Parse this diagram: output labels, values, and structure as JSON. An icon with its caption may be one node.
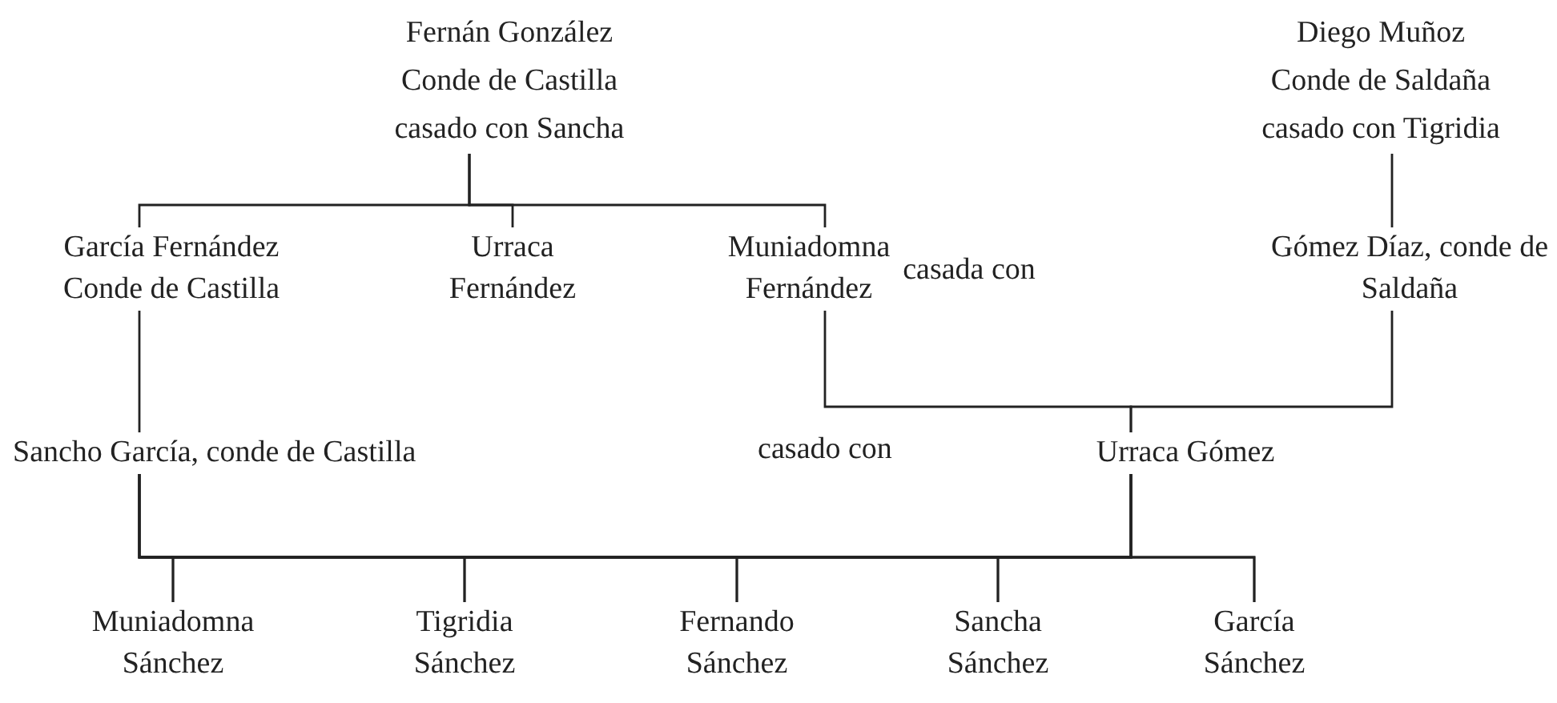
{
  "diagram": {
    "nodes": [
      {
        "text": [
          "Fernán González",
          "Conde de Castilla",
          "casado con Sancha"
        ]
      },
      {
        "text": [
          "Diego Muñoz",
          "Conde de Saldaña",
          "casado con Tigridia"
        ]
      },
      {
        "text": [
          "García Fernández",
          "Conde de Castilla"
        ]
      },
      {
        "text": [
          "Urraca Fernández"
        ]
      },
      {
        "text": [
          "Muniadomna Fernández"
        ]
      },
      {
        "text": [
          "Gómez Díaz, conde de Saldaña"
        ]
      },
      {
        "text": [
          "Sancho García, conde de Castilla"
        ]
      },
      {
        "text": [
          "Urraca Gómez"
        ]
      },
      {
        "text": [
          "Muniadomna Sánchez"
        ]
      },
      {
        "text": [
          "Tigridia Sánchez"
        ]
      },
      {
        "text": [
          "Fernando Sánchez"
        ]
      },
      {
        "text": [
          "Sancha Sánchez"
        ]
      },
      {
        "text": [
          "García Sánchez"
        ]
      }
    ],
    "edges": [
      {
        "from": 0,
        "to": 2,
        "arrow": "none"
      },
      {
        "from": 0,
        "to": 3,
        "arrow": "none"
      },
      {
        "from": 0,
        "to": 4,
        "arrow": "none"
      },
      {
        "from": 1,
        "to": 5,
        "arrow": "none"
      },
      {
        "from": 2,
        "to": 6,
        "arrow": "none"
      },
      {
        "from": 4,
        "to": 7,
        "arrow": "none"
      },
      {
        "from": 5,
        "to": 7,
        "arrow": "none"
      },
      {
        "from": 6,
        "to": 8,
        "arrow": "none"
      },
      {
        "from": 6,
        "to": 9,
        "arrow": "none"
      },
      {
        "from": 6,
        "to": 10,
        "arrow": "none"
      },
      {
        "from": 6,
        "to": 11,
        "arrow": "none"
      },
      {
        "from": 6,
        "to": 12,
        "arrow": "none"
      },
      {
        "from": 7,
        "to": 8,
        "arrow": "none"
      },
      {
        "from": 7,
        "to": 9,
        "arrow": "none"
      },
      {
        "from": 7,
        "to": 10,
        "arrow": "none"
      },
      {
        "from": 7,
        "to": 11,
        "arrow": "none"
      },
      {
        "from": 7,
        "to": 12,
        "arrow": "none"
      }
    ],
    "labels": [
      "casada con",
      "casado con"
    ]
  }
}
